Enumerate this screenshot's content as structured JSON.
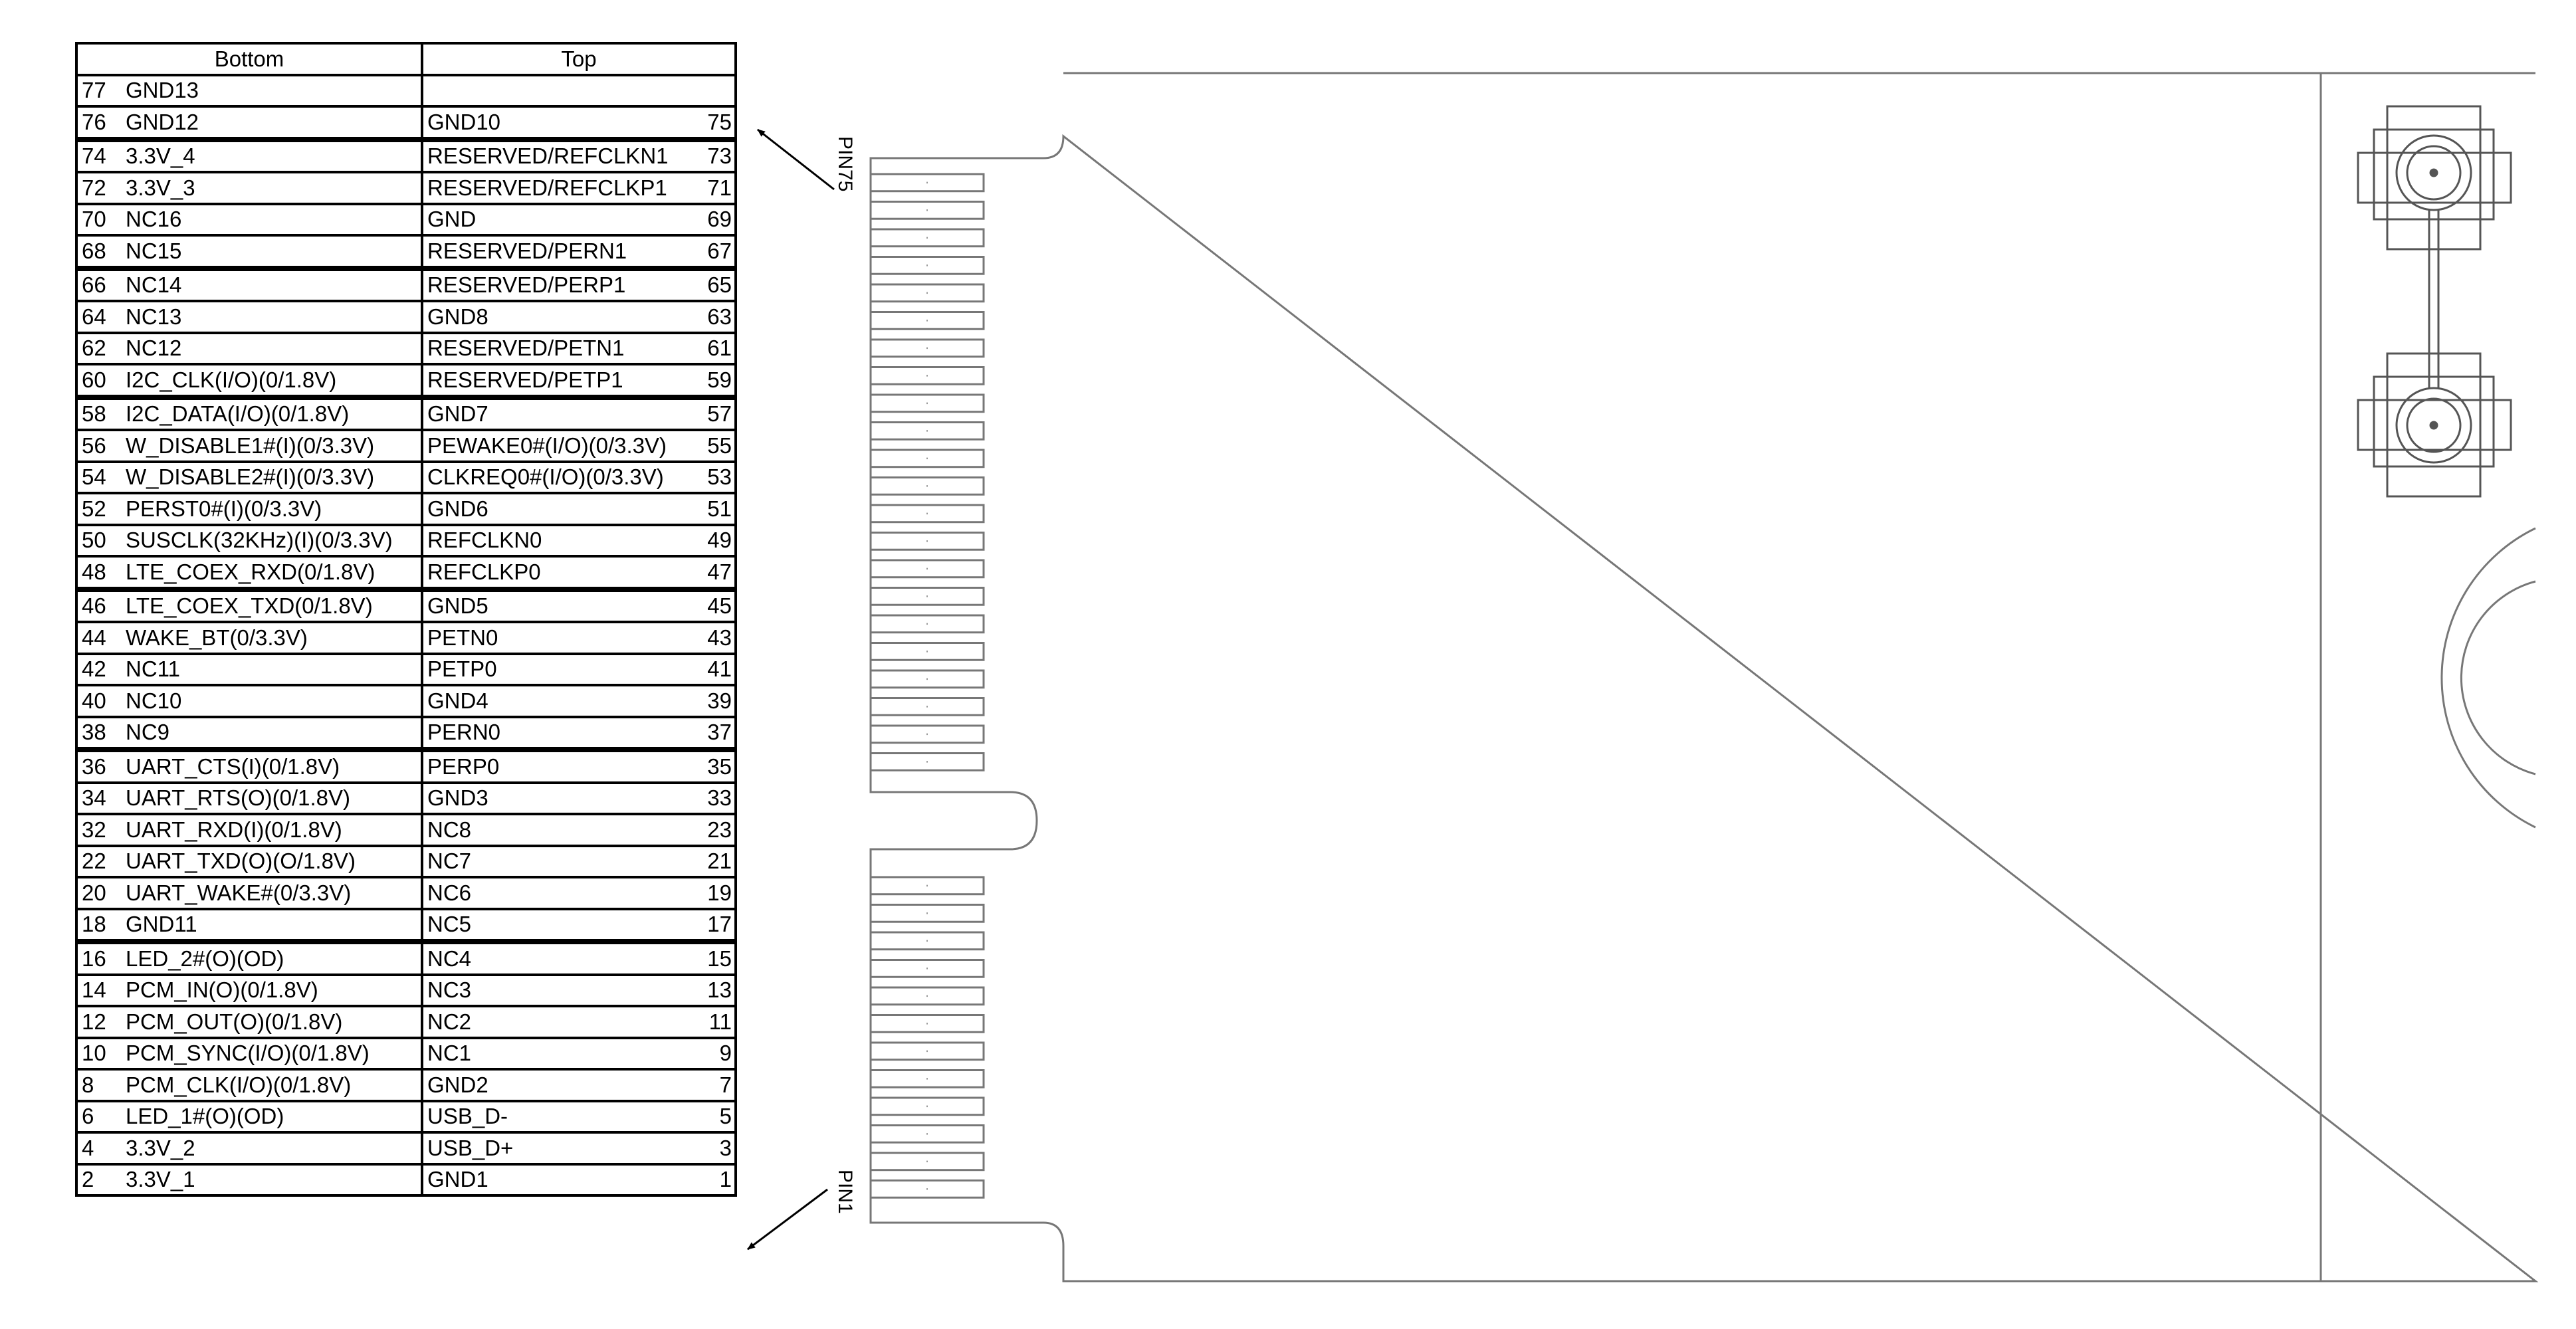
{
  "table": {
    "header": {
      "bottom": "Bottom",
      "top": "Top"
    },
    "rows": [
      {
        "bn": "77",
        "bottom": "GND13",
        "top": "",
        "tn": ""
      },
      {
        "bn": "76",
        "bottom": "GND12",
        "top": "GND10",
        "tn": "75"
      },
      {
        "bn": "74",
        "bottom": "3.3V_4",
        "top": "RESERVED/REFCLKN1",
        "tn": "73"
      },
      {
        "bn": "72",
        "bottom": "3.3V_3",
        "top": "RESERVED/REFCLKP1",
        "tn": "71"
      },
      {
        "bn": "70",
        "bottom": "NC16",
        "top": "GND",
        "tn": "69"
      },
      {
        "bn": "68",
        "bottom": "NC15",
        "top": "RESERVED/PERN1",
        "tn": "67"
      },
      {
        "bn": "66",
        "bottom": "NC14",
        "top": "RESERVED/PERP1",
        "tn": "65"
      },
      {
        "bn": "64",
        "bottom": "NC13",
        "top": "GND8",
        "tn": "63"
      },
      {
        "bn": "62",
        "bottom": "NC12",
        "top": "RESERVED/PETN1",
        "tn": "61"
      },
      {
        "bn": "60",
        "bottom": "I2C_CLK(I/O)(0/1.8V)",
        "top": "RESERVED/PETP1",
        "tn": "59"
      },
      {
        "bn": "58",
        "bottom": "I2C_DATA(I/O)(0/1.8V)",
        "top": "GND7",
        "tn": "57"
      },
      {
        "bn": "56",
        "bottom": "W_DISABLE1#(I)(0/3.3V)",
        "top": "PEWAKE0#(I/O)(0/3.3V)",
        "tn": "55"
      },
      {
        "bn": "54",
        "bottom": "W_DISABLE2#(I)(0/3.3V)",
        "top": "CLKREQ0#(I/O)(0/3.3V)",
        "tn": "53"
      },
      {
        "bn": "52",
        "bottom": "PERST0#(I)(0/3.3V)",
        "top": "GND6",
        "tn": "51"
      },
      {
        "bn": "50",
        "bottom": "SUSCLK(32KHz)(I)(0/3.3V)",
        "top": "REFCLKN0",
        "tn": "49"
      },
      {
        "bn": "48",
        "bottom": "LTE_COEX_RXD(0/1.8V)",
        "top": "REFCLKP0",
        "tn": "47"
      },
      {
        "bn": "46",
        "bottom": "LTE_COEX_TXD(0/1.8V)",
        "top": "GND5",
        "tn": "45"
      },
      {
        "bn": "44",
        "bottom": "WAKE_BT(0/3.3V)",
        "top": "PETN0",
        "tn": "43"
      },
      {
        "bn": "42",
        "bottom": "NC11",
        "top": "PETP0",
        "tn": "41"
      },
      {
        "bn": "40",
        "bottom": "NC10",
        "top": "GND4",
        "tn": "39"
      },
      {
        "bn": "38",
        "bottom": "NC9",
        "top": "PERN0",
        "tn": "37"
      },
      {
        "bn": "36",
        "bottom": "UART_CTS(I)(0/1.8V)",
        "top": "PERP0",
        "tn": "35"
      },
      {
        "bn": "34",
        "bottom": "UART_RTS(O)(0/1.8V)",
        "top": "GND3",
        "tn": "33"
      },
      {
        "bn": "32",
        "bottom": "UART_RXD(I)(0/1.8V)",
        "top": "NC8",
        "tn": "23"
      },
      {
        "bn": "22",
        "bottom": "UART_TXD(O)(O/1.8V)",
        "top": "NC7",
        "tn": "21"
      },
      {
        "bn": "20",
        "bottom": "UART_WAKE#(0/3.3V)",
        "top": "NC6",
        "tn": "19"
      },
      {
        "bn": "18",
        "bottom": "GND11",
        "top": "NC5",
        "tn": "17"
      },
      {
        "bn": "16",
        "bottom": "LED_2#(O)(OD)",
        "top": "NC4",
        "tn": "15"
      },
      {
        "bn": "14",
        "bottom": "PCM_IN(O)(0/1.8V)",
        "top": "NC3",
        "tn": "13"
      },
      {
        "bn": "12",
        "bottom": "PCM_OUT(O)(0/1.8V)",
        "top": "NC2",
        "tn": "11"
      },
      {
        "bn": "10",
        "bottom": "PCM_SYNC(I/O)(0/1.8V)",
        "top": "NC1",
        "tn": "9"
      },
      {
        "bn": "8",
        "bottom": "PCM_CLK(I/O)(0/1.8V)",
        "top": "GND2",
        "tn": "7"
      },
      {
        "bn": "6",
        "bottom": "LED_1#(O)(OD)",
        "top": "USB_D-",
        "tn": "5"
      },
      {
        "bn": "4",
        "bottom": "3.3V_2",
        "top": "USB_D+",
        "tn": "3"
      },
      {
        "bn": "2",
        "bottom": "3.3V_1",
        "top": "GND1",
        "tn": "1"
      }
    ]
  },
  "drawing": {
    "pin_label_top": "PIN75",
    "pin_label_bottom": "PIN1"
  }
}
